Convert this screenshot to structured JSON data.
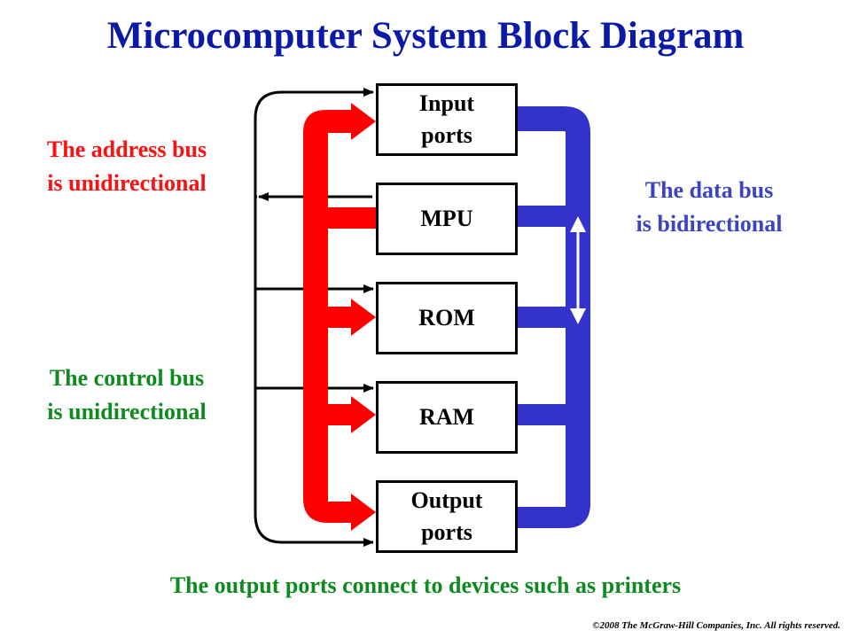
{
  "title": "Microcomputer System Block Diagram",
  "labels": {
    "address_bus": [
      "The address bus",
      "is unidirectional"
    ],
    "data_bus": [
      "The data bus",
      "is bidirectional"
    ],
    "control_bus": [
      "The control bus",
      "is unidirectional"
    ]
  },
  "blocks": {
    "input_ports": [
      "Input",
      "ports"
    ],
    "mpu": "MPU",
    "rom": "ROM",
    "ram": "RAM",
    "output_ports": [
      "Output",
      "ports"
    ]
  },
  "footer": "The output ports connect to devices such as printers",
  "copyright": "©2008 The McGraw-Hill Companies, Inc. All rights reserved.",
  "colors": {
    "title": "#0b1aa6",
    "address_bus": "#ff0000",
    "data_bus": "#3333cc",
    "control_bus": "#000000",
    "address_label": "#ff1010",
    "data_label": "#3a44c6",
    "control_label": "#0e8b1e"
  }
}
